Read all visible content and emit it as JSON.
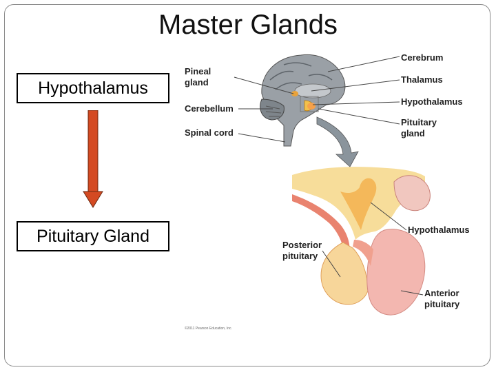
{
  "slide": {
    "title": "Master Glands",
    "top_box": "Hypothalamus",
    "bottom_box": "Pituitary Gland",
    "arrow_color": "#d44a22"
  },
  "diagram": {
    "labels": {
      "pineal_1": "Pineal",
      "pineal_2": "gland",
      "cerebellum": "Cerebellum",
      "spinal_cord": "Spinal cord",
      "cerebrum": "Cerebrum",
      "thalamus": "Thalamus",
      "hypothalamus_top": "Hypothalamus",
      "pituitary_1": "Pituitary",
      "pituitary_2": "gland",
      "hypothalamus_detail": "Hypothalamus",
      "posterior_1": "Posterior",
      "posterior_2": "pituitary",
      "anterior_1": "Anterior",
      "anterior_2": "pituitary",
      "copyright": "©2011 Pearson Education, Inc."
    }
  }
}
